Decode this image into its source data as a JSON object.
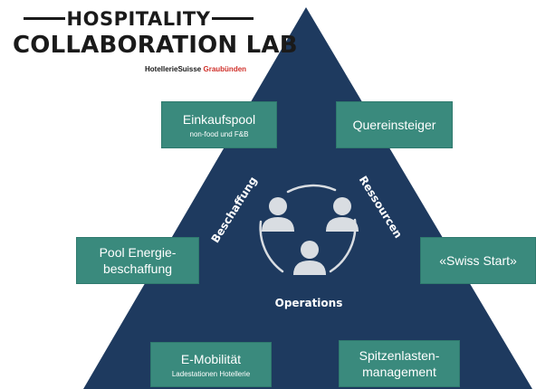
{
  "logo": {
    "line1": "HOSPITALITY",
    "line2": "COLLABORATION LAB",
    "sub_main": "HotellerieSuisse",
    "sub_accent": "Graubünden"
  },
  "center": {
    "label": "Operations",
    "icon": "people-group-icon"
  },
  "side_labels": {
    "left": "Beschaffung",
    "right": "Ressourcen"
  },
  "boxes": {
    "einkaufspool": {
      "main": "Einkaufspool",
      "sub": "non-food und F&B"
    },
    "quereinsteiger": {
      "main": "Quereinsteiger"
    },
    "pool_energie": {
      "line1": "Pool Energie-",
      "line2": "beschaffung"
    },
    "swiss_start": {
      "main": "«Swiss Start»"
    },
    "e_mobilitaet": {
      "main": "E-Mobilität",
      "sub": "Ladestationen Hotellerie"
    },
    "spitzenlasten": {
      "line1": "Spitzenlasten-",
      "line2": "management"
    }
  },
  "colors": {
    "triangle": "#1e3a5f",
    "box": "#3a8a7d",
    "icon": "#d9dde2",
    "accent": "#d0302a"
  }
}
